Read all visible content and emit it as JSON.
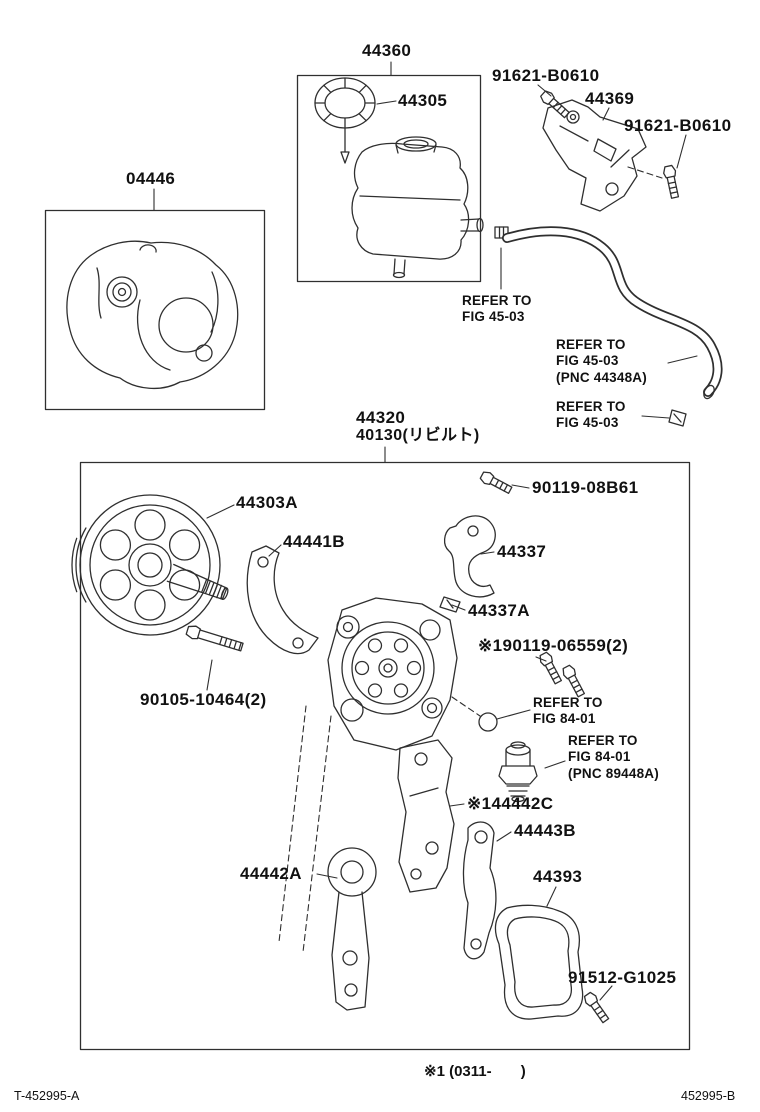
{
  "labels": {
    "p44360": "44360",
    "p44305": "44305",
    "p91621_top": "91621-B0610",
    "p44369": "44369",
    "p91621_right": "91621-B0610",
    "p04446": "04446",
    "p44320": "44320",
    "p40130": "40130(リビルト)",
    "p90119_08b61": "90119-08B61",
    "p44303a": "44303A",
    "p44441b": "44441B",
    "p44337": "44337",
    "p44337a": "44337A",
    "p90119_06559": "※190119-06559(2)",
    "p90105": "90105-10464(2)",
    "p44442c": "※144442C",
    "p44443b": "44443B",
    "p44442a": "44442A",
    "p44393": "44393",
    "p91512": "91512-G1025"
  },
  "refers": {
    "r1": "REFER TO\nFIG 45-03",
    "r2": "REFER TO\nFIG 45-03\n(PNC 44348A)",
    "r3": "REFER TO\nFIG 45-03",
    "r4": "REFER TO\nFIG 84-01",
    "r5": "REFER TO\nFIG 84-01\n(PNC 89448A)"
  },
  "notes": {
    "footnote": "※1 (0311-       )",
    "code_left": "T-452995-A",
    "code_right": "452995-B"
  }
}
